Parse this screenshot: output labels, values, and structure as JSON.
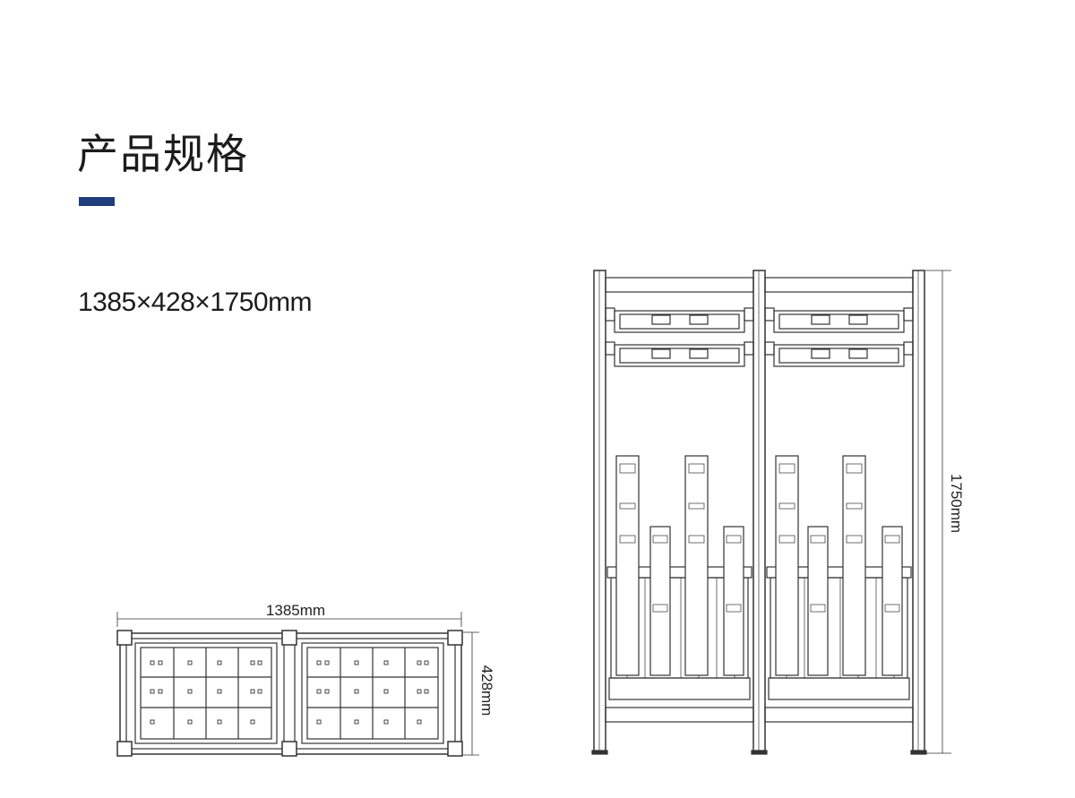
{
  "header": {
    "title": "产品规格",
    "accent_color": "#1e3d7a"
  },
  "spec": {
    "dimensions_text": "1385×428×1750mm"
  },
  "top_view": {
    "width_label": "1385mm",
    "depth_label": "428mm"
  },
  "front_view": {
    "height_label": "1750mm"
  }
}
